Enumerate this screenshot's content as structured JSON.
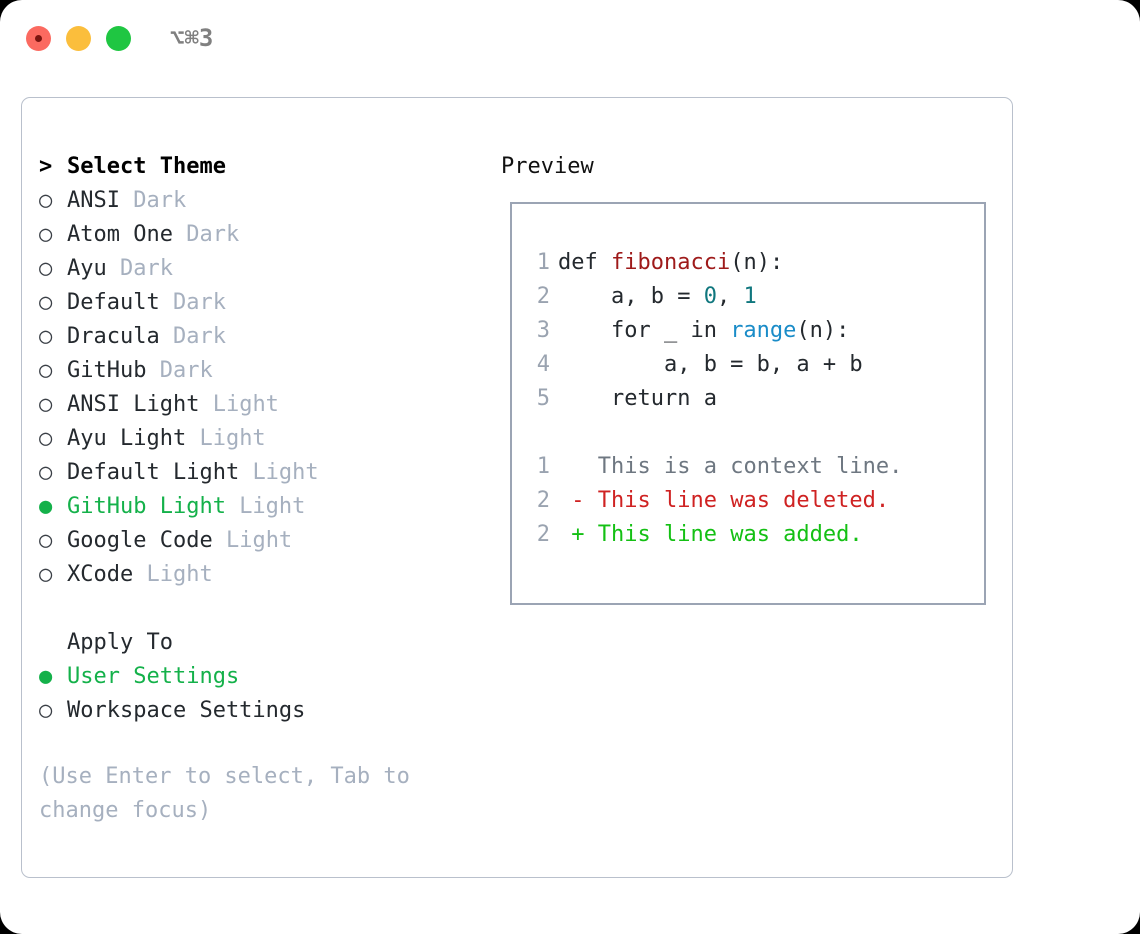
{
  "window": {
    "shortcut": "⌥⌘3",
    "traffic_lights": [
      "close",
      "minimize",
      "zoom"
    ],
    "colors": {
      "close": "#fb6a60",
      "minimize": "#fbbe3c",
      "zoom": "#1fc642",
      "accent_green": "#14b14a",
      "muted": "#a6b0bf",
      "panel_border": "#b9c0cc",
      "preview_border": "#9ba4b4"
    }
  },
  "theme_picker": {
    "header_marker": ">",
    "header": "Select Theme",
    "items": [
      {
        "marker": "○",
        "label": "ANSI",
        "suffix": "Dark",
        "selected": false
      },
      {
        "marker": "○",
        "label": "Atom One",
        "suffix": "Dark",
        "selected": false
      },
      {
        "marker": "○",
        "label": "Ayu",
        "suffix": "Dark",
        "selected": false
      },
      {
        "marker": "○",
        "label": "Default",
        "suffix": "Dark",
        "selected": false
      },
      {
        "marker": "○",
        "label": "Dracula",
        "suffix": "Dark",
        "selected": false
      },
      {
        "marker": "○",
        "label": "GitHub",
        "suffix": "Dark",
        "selected": false
      },
      {
        "marker": "○",
        "label": "ANSI Light",
        "suffix": "Light",
        "selected": false
      },
      {
        "marker": "○",
        "label": "Ayu Light",
        "suffix": "Light",
        "selected": false
      },
      {
        "marker": "○",
        "label": "Default Light",
        "suffix": "Light",
        "selected": false
      },
      {
        "marker": "●",
        "label": "GitHub Light",
        "suffix": "Light",
        "selected": true
      },
      {
        "marker": "○",
        "label": "Google Code",
        "suffix": "Light",
        "selected": false
      },
      {
        "marker": "○",
        "label": "XCode",
        "suffix": "Light",
        "selected": false
      }
    ]
  },
  "apply_to": {
    "header": "Apply To",
    "items": [
      {
        "marker": "●",
        "label": "User Settings",
        "selected": true
      },
      {
        "marker": "○",
        "label": "Workspace Settings",
        "selected": false
      }
    ]
  },
  "hint": "(Use Enter to select, Tab to change focus)",
  "preview": {
    "title": "Preview",
    "code_lines": [
      {
        "no": "1",
        "tokens": [
          {
            "t": "def ",
            "c": "plain"
          },
          {
            "t": "fibonacci",
            "c": "fn"
          },
          {
            "t": "(n):",
            "c": "plain"
          }
        ]
      },
      {
        "no": "2",
        "tokens": [
          {
            "t": "    a, b = ",
            "c": "plain"
          },
          {
            "t": "0",
            "c": "num"
          },
          {
            "t": ", ",
            "c": "plain"
          },
          {
            "t": "1",
            "c": "num"
          }
        ]
      },
      {
        "no": "3",
        "tokens": [
          {
            "t": "    for _ in ",
            "c": "plain"
          },
          {
            "t": "range",
            "c": "bi"
          },
          {
            "t": "(n):",
            "c": "plain"
          }
        ]
      },
      {
        "no": "4",
        "tokens": [
          {
            "t": "        a, b = b, a + b",
            "c": "plain"
          }
        ]
      },
      {
        "no": "5",
        "tokens": [
          {
            "t": "    return a",
            "c": "plain"
          }
        ]
      }
    ],
    "diff_lines": [
      {
        "no": "1",
        "sign": " ",
        "text": "This is a context line.",
        "kind": "context"
      },
      {
        "no": "2",
        "sign": "-",
        "text": "This line was deleted.",
        "kind": "deleted"
      },
      {
        "no": "2",
        "sign": "+",
        "text": "This line was added.",
        "kind": "added"
      }
    ]
  }
}
